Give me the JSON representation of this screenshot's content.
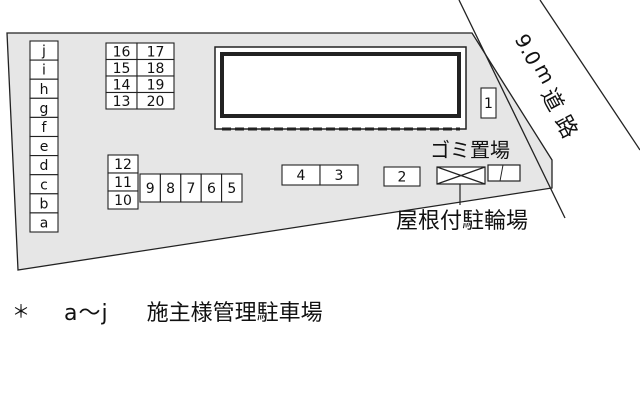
{
  "road": {
    "width_label": "9.0",
    "unit_label": "m",
    "name_label": "道路"
  },
  "lot": {
    "left_column_spaces": [
      "j",
      "i",
      "h",
      "g",
      "f",
      "e",
      "d",
      "c",
      "b",
      "a"
    ],
    "grid_left_spaces": [
      "16",
      "15",
      "14",
      "13"
    ],
    "grid_right_spaces": [
      "17",
      "18",
      "19",
      "20"
    ],
    "small_stack_spaces": [
      "12",
      "11",
      "10"
    ],
    "row_spaces": [
      "9",
      "8",
      "7",
      "6",
      "5"
    ],
    "pair_spaces": [
      "4",
      "3"
    ],
    "single_space": "2",
    "side_space": "1"
  },
  "labels": {
    "garbage": "ゴミ置場",
    "bike_parking": "屋根付駐輪場"
  },
  "caption": {
    "star": "＊",
    "range": "a～j",
    "text": "施主様管理駐車場"
  },
  "colors": {
    "lot_fill": "#e6e6e6",
    "building_fill": "#ffffff",
    "line": "#222222"
  }
}
